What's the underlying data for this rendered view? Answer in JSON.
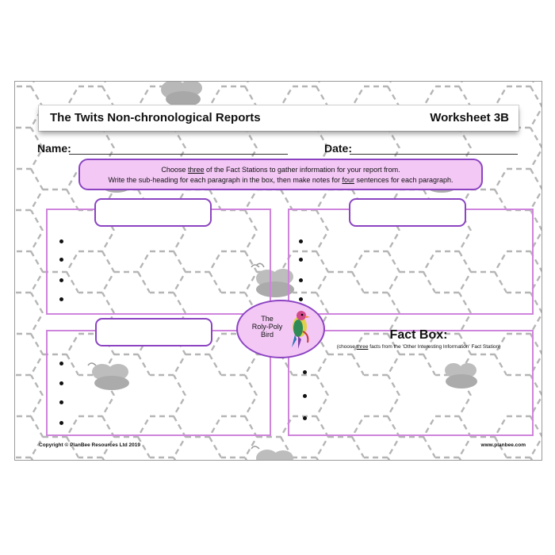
{
  "header": {
    "title": "The Twits Non-chronological Reports",
    "worksheet": "Worksheet 3B"
  },
  "fields": {
    "name_label": "Name:",
    "date_label": "Date:"
  },
  "instructions": {
    "line1_pre": "Choose ",
    "line1_u": "three",
    "line1_post": " of the Fact Stations to gather information for your report from.",
    "line2_pre": "Write the sub-heading for each paragraph in the box, then make notes for ",
    "line2_u": "four",
    "line2_post": " sentences for each paragraph."
  },
  "center": {
    "line1": "The",
    "line2": "Roly-Poly",
    "line3": "Bird"
  },
  "fact_box": {
    "title": "Fact Box:",
    "sub_pre": "(choose ",
    "sub_u": "three",
    "sub_post": " facts from the 'Other Interesting Information' Fact Station)"
  },
  "footer": {
    "copyright": "Copyright © PlanBee Resources Ltd 2019",
    "website": "www.planbee.com"
  },
  "colors": {
    "accent_purple": "#8c44c2",
    "box_border": "#cf84db",
    "fill_pink": "#f3c8f5"
  },
  "icons": [
    "bee-icon",
    "roly-poly-bird-icon"
  ]
}
